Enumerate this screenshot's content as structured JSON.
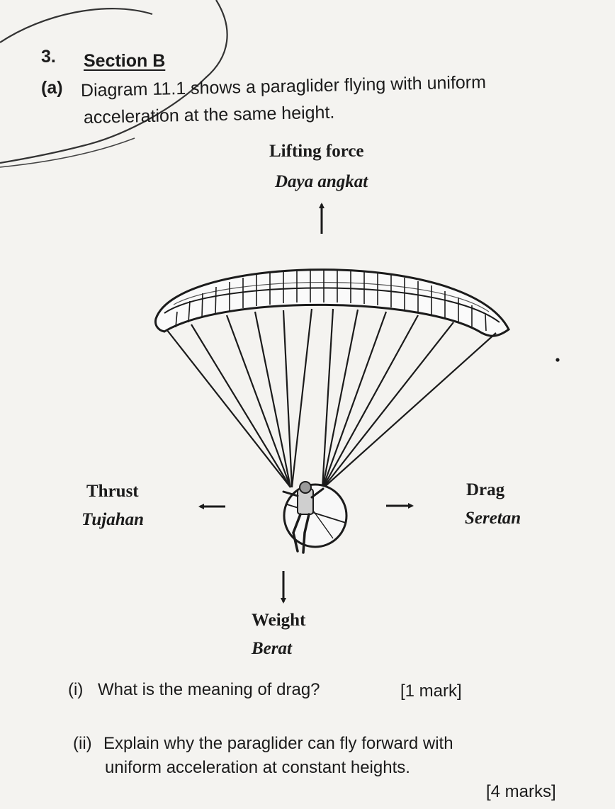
{
  "question": {
    "number": "3.",
    "section": "Section B",
    "part": "(a)",
    "stem_line1": "Diagram 11.1 shows a paraglider flying with uniform",
    "stem_line2": "acceleration at the same height."
  },
  "diagram": {
    "lift": {
      "en": "Lifting force",
      "ms": "Daya angkat"
    },
    "thrust": {
      "en": "Thrust",
      "ms": "Tujahan"
    },
    "drag": {
      "en": "Drag",
      "ms": "Seretan"
    },
    "weight": {
      "en": "Weight",
      "ms": "Berat"
    }
  },
  "subquestions": [
    {
      "label": "(i)",
      "text": "What is the meaning of drag?",
      "marks": "[1 mark]"
    },
    {
      "label": "(ii)",
      "text_line1": "Explain why the paraglider can fly forward with",
      "text_line2": "uniform acceleration at constant heights.",
      "marks": "[4 marks]"
    }
  ],
  "colors": {
    "ink": "#1b1b1b",
    "paper": "#f4f3f0"
  }
}
